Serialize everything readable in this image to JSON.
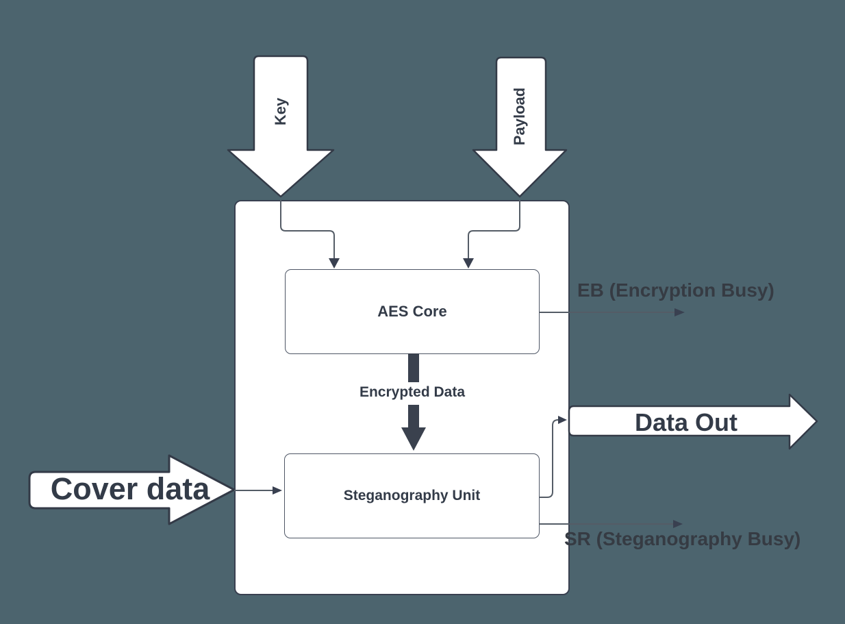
{
  "diagram": {
    "type": "block-diagram",
    "inputs_top": [
      {
        "label": "Key"
      },
      {
        "label": "Payload"
      }
    ],
    "blocks": {
      "aes": {
        "label": "AES Core"
      },
      "steg": {
        "label": "Steganography Unit"
      }
    },
    "signals": {
      "encrypted": {
        "label": "Encrypted Data"
      },
      "eb": {
        "label": "EB (Encryption Busy)"
      },
      "data_out": {
        "label": "Data Out"
      },
      "cover": {
        "label": "Cover data"
      },
      "sr": {
        "label": "SR (Steganography Busy)"
      }
    },
    "colors": {
      "background": "#4C646E",
      "shape_fill": "#FFFFFF",
      "outline": "#394050",
      "connector": "#545C66",
      "ink_inside": "#333B48",
      "ink_outside": "#363B43"
    }
  }
}
